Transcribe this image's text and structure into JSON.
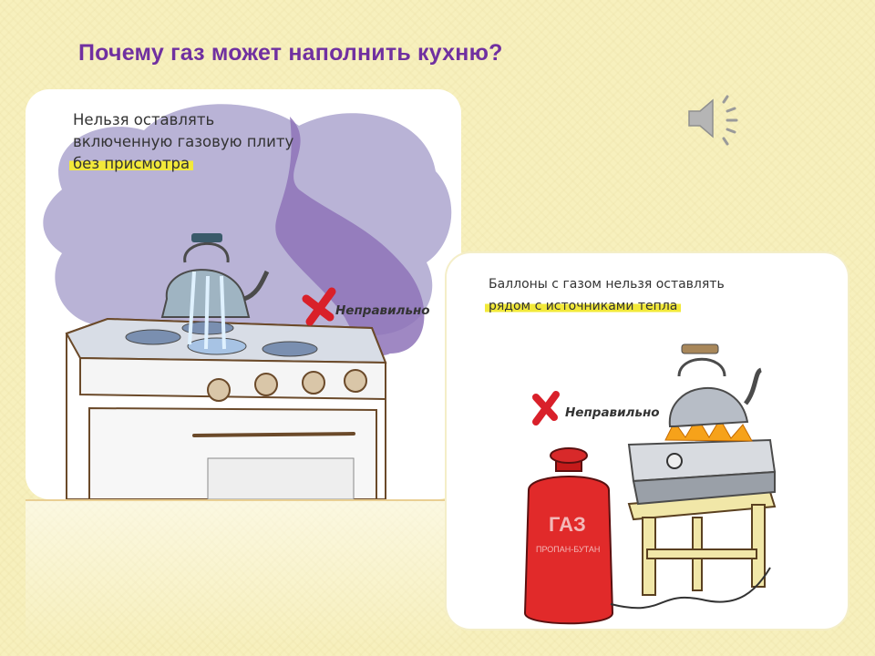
{
  "slide": {
    "title": "Почему газ может наполнить кухню?",
    "background_color": "#f7f0bd",
    "title_color": "#7030a0",
    "highlight_color": "#f2e93a"
  },
  "sound_button": {
    "icon": "speaker-icon"
  },
  "left_panel": {
    "caption_line1": "Нельзя оставлять",
    "caption_line2": "включенную газовую плиту",
    "caption_highlight": "без присмотра",
    "wrong_label": "Неправильно",
    "wrong_mark_color": "#d9202a"
  },
  "right_panel": {
    "caption_line1": "Баллоны с газом нельзя оставлять",
    "caption_highlight": "рядом с источниками тепла",
    "wrong_label": "Неправильно",
    "cylinder_text": "ГАЗ",
    "cylinder_subtext": "ПРОПАН-БУТАН",
    "wrong_mark_color": "#d9202a"
  }
}
